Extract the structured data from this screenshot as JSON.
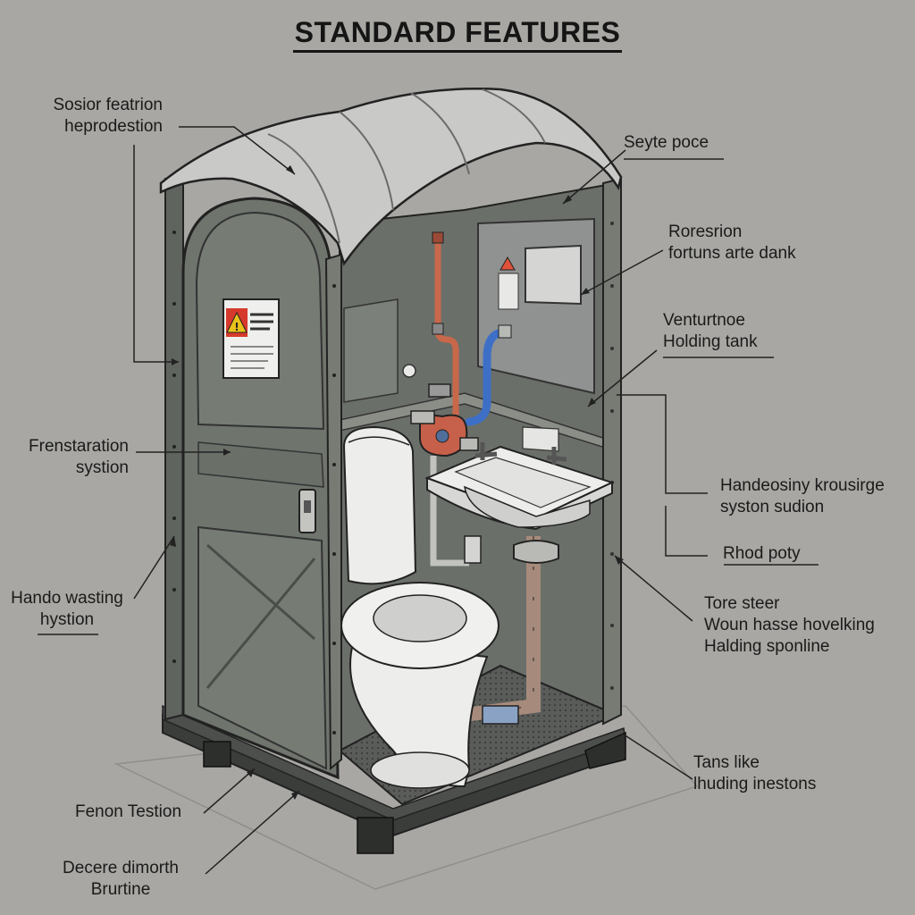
{
  "title": "STANDARD FEATURES",
  "labels": {
    "sosior": [
      "Sosior featrion",
      "heprodestion"
    ],
    "seyte": [
      "Seyte poce"
    ],
    "roresrion": [
      "Roresrion",
      "fortuns arte dank"
    ],
    "venturtnoe": [
      "Venturtnoe",
      "Holding tank"
    ],
    "frenstaration": [
      "Frenstaration",
      "systion"
    ],
    "handwasing": [
      "Handeosiny krousirge",
      "syston sudion"
    ],
    "rhod": [
      "Rhod poty"
    ],
    "hando": [
      "Hando wasting",
      "hystion"
    ],
    "tore": [
      "Tore steer",
      "Woun hasse hovelking",
      "Halding sponline"
    ],
    "tans": [
      "Tans like",
      "lhuding inestons"
    ],
    "fenon": [
      "Fenon Testion"
    ],
    "decere": [
      "Decere dimorth",
      "Brurtine"
    ]
  },
  "colors": {
    "background": "#a8a7a3",
    "shell": "#6f746d",
    "roof": "#c9c9c7",
    "fixture": "#e9e9e7",
    "water_pipe": "#3d6fc7",
    "vent_pipe": "#c8684a",
    "warning": "#e8c21a"
  },
  "icons": [
    "warning-icon",
    "door-latch-icon",
    "bolt-icon"
  ]
}
